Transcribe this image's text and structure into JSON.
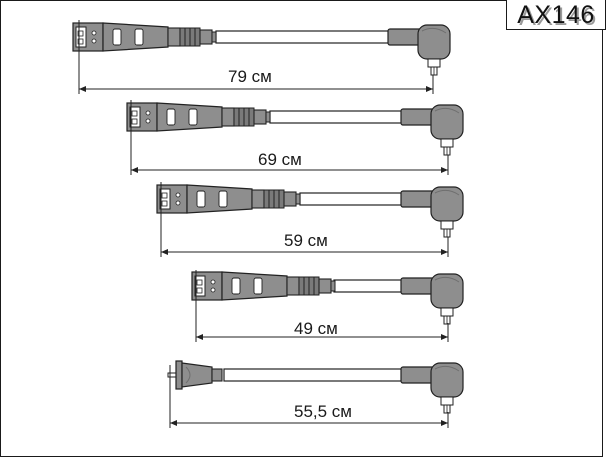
{
  "part_number": "AX146",
  "lead_lengths": [
    "79 см",
    "69 см",
    "59 см",
    "49 см",
    "55,5 см"
  ],
  "colors": {
    "boot": "#8e8e8e",
    "boot_dark": "#6f6f6f",
    "cable": "#ffffff",
    "outline": "#222222",
    "text": "#1a1a1a"
  }
}
